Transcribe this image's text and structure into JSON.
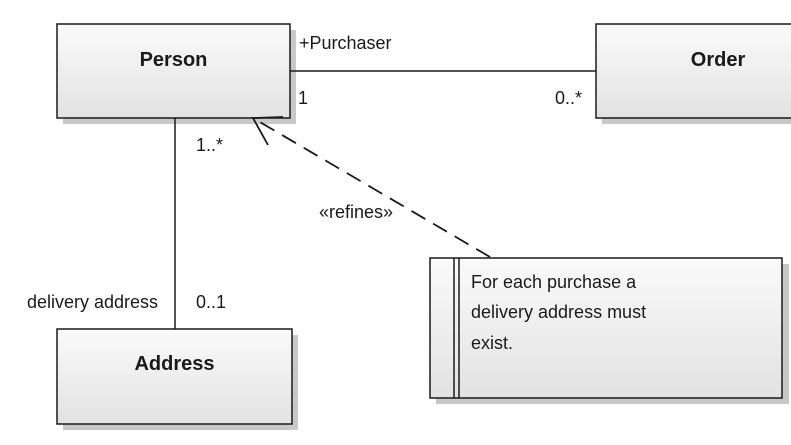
{
  "classes": {
    "person": "Person",
    "order": "Order",
    "address": "Address"
  },
  "associations": {
    "person_order": {
      "role": "+Purchaser",
      "person_end": "1",
      "order_end": "0..*"
    },
    "person_address": {
      "person_end": "1..*",
      "role": "delivery address",
      "address_end": "0..1"
    }
  },
  "dependency": {
    "stereotype": "«refines»"
  },
  "note": {
    "lines": [
      "For each purchase a",
      "delivery address must",
      "exist."
    ]
  },
  "colors": {
    "box_fill_top": "#fafafa",
    "box_fill_bottom": "#e2e2e2",
    "shadow": "#c8c8c8",
    "stroke": "#1a1a1a"
  }
}
